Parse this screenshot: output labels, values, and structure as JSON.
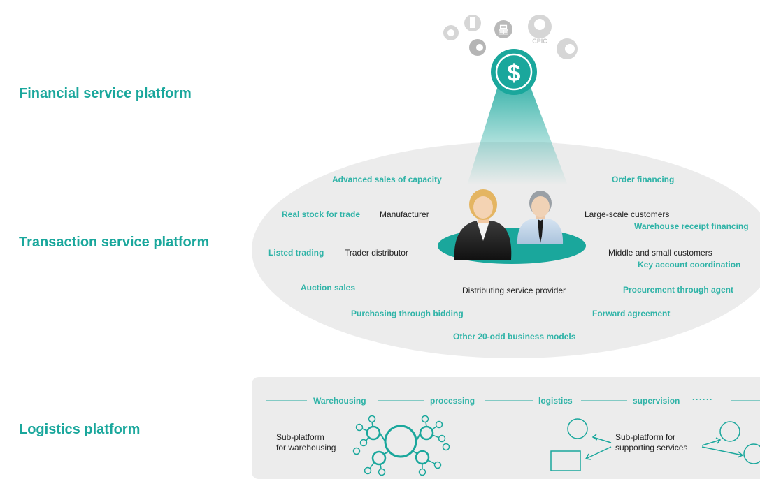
{
  "sections": {
    "financial": "Financial service platform",
    "transaction": "Transaction service platform",
    "logistics": "Logistics platform"
  },
  "logos": {
    "cpic_text": "CPIC",
    "dollar": "$"
  },
  "transaction": {
    "advanced_sales": "Advanced sales of capacity",
    "order_financing": "Order financing",
    "real_stock": "Real stock for trade",
    "manufacturer": "Manufacturer",
    "large_scale": "Large-scale customers",
    "warehouse_receipt": "Warehouse receipt financing",
    "listed_trading": "Listed trading",
    "trader_distributor": "Trader distributor",
    "middle_small": "Middle and small customers",
    "key_account": "Key account coordination",
    "auction_sales": "Auction sales",
    "distributing": "Distributing service provider",
    "procurement_agent": "Procurement through agent",
    "purchasing_bidding": "Purchasing through bidding",
    "forward_agreement": "Forward agreement",
    "other_models": "Other 20-odd business models"
  },
  "logistics": {
    "warehousing": "Warehousing",
    "processing": "processing",
    "logistics": "logistics",
    "supervision": "supervision",
    "dots": "······",
    "sub_warehousing_1": "Sub-platform",
    "sub_warehousing_2": "for warehousing",
    "sub_supporting_1": "Sub-platform for",
    "sub_supporting_2": "supporting services"
  },
  "colors": {
    "teal": "#1aa79c",
    "teal_text": "#2fb3a7",
    "ellipse_gray": "#ececec",
    "logo_gray": "#d6d6d6"
  }
}
